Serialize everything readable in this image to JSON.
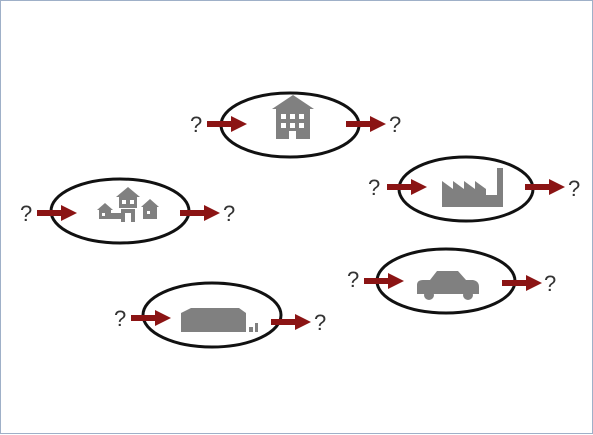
{
  "diagram": {
    "colors": {
      "arrow": "#8b1414",
      "icon": "#808080",
      "ellipse_stroke": "#111111",
      "text": "#333333"
    },
    "nodes": [
      {
        "id": "house",
        "icon": "house-icon",
        "input_label": "?",
        "output_label": "?"
      },
      {
        "id": "factory",
        "icon": "factory-icon",
        "input_label": "?",
        "output_label": "?"
      },
      {
        "id": "village",
        "icon": "village-icon",
        "input_label": "?",
        "output_label": "?"
      },
      {
        "id": "car",
        "icon": "car-icon",
        "input_label": "?",
        "output_label": "?"
      },
      {
        "id": "warehouse",
        "icon": "warehouse-icon",
        "input_label": "?",
        "output_label": "?"
      }
    ]
  }
}
